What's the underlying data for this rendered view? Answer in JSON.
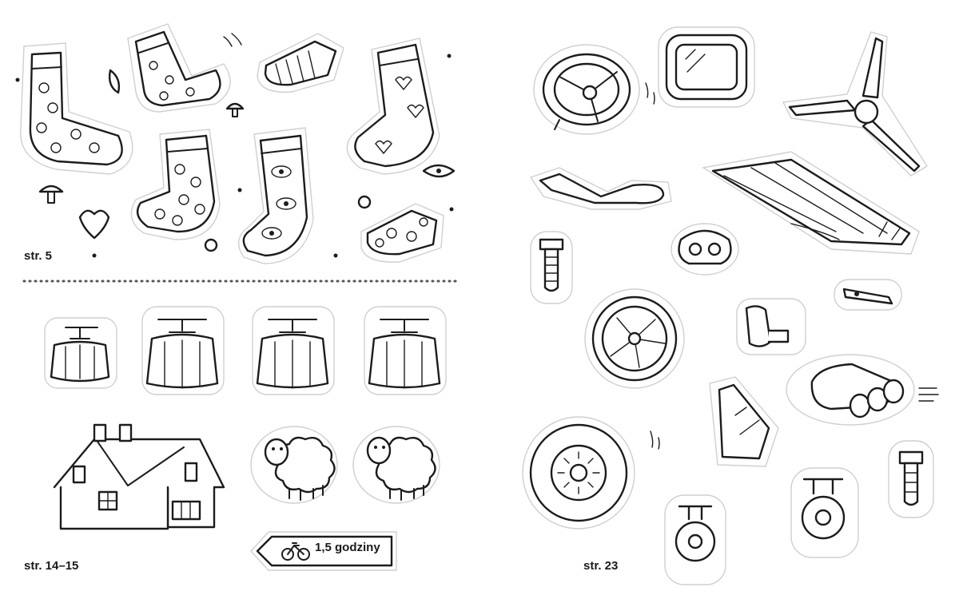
{
  "labels": {
    "page_5": "str. 5",
    "page_14_15": "str. 14–15",
    "page_23": "str. 23"
  },
  "sign": {
    "text": "1,5 godziny",
    "icon": "bicycle-icon"
  },
  "colors": {
    "ink": "#1c1c1c",
    "sticker_outline": "#cfcfcf",
    "background": "#ffffff"
  }
}
